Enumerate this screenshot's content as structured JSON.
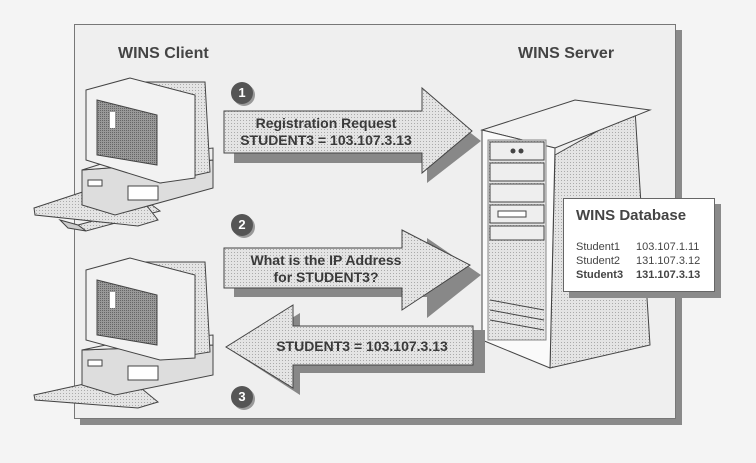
{
  "diagram": {
    "client_title": "WINS Client",
    "server_title": "WINS Server",
    "steps": [
      {
        "number": "1",
        "lines": [
          "Registration Request",
          "STUDENT3 = 103.107.3.13"
        ],
        "direction": "client-to-server"
      },
      {
        "number": "2",
        "lines": [
          "What is the IP Address",
          "for STUDENT3?"
        ],
        "direction": "client-to-server"
      },
      {
        "number": "3",
        "lines": [
          "STUDENT3 = 103.107.3.13"
        ],
        "direction": "server-to-client"
      }
    ],
    "database": {
      "title": "WINS Database",
      "rows": [
        {
          "name": "Student1",
          "ip": "103.107.1.11",
          "highlight": false
        },
        {
          "name": "Student2",
          "ip": "131.107.3.12",
          "highlight": false
        },
        {
          "name": "Student3",
          "ip": "131.107.3.13",
          "highlight": true
        }
      ]
    },
    "icons": [
      "client-computer-icon",
      "client-computer-icon",
      "server-tower-icon"
    ]
  }
}
